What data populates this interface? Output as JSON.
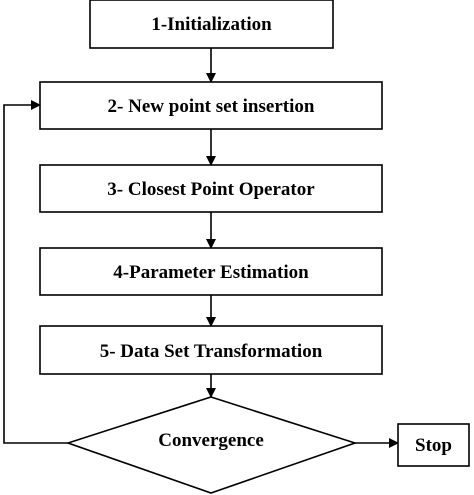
{
  "diagram": {
    "steps": [
      {
        "id": "init",
        "label": "1-Initialization"
      },
      {
        "id": "insert",
        "label": "2- New point set insertion"
      },
      {
        "id": "closest",
        "label": "3- Closest Point Operator"
      },
      {
        "id": "estimate",
        "label": "4-Parameter Estimation"
      },
      {
        "id": "transform",
        "label": "5- Data Set Transformation"
      }
    ],
    "decision": {
      "label": "Convergence"
    },
    "terminal": {
      "label": "Stop"
    }
  }
}
